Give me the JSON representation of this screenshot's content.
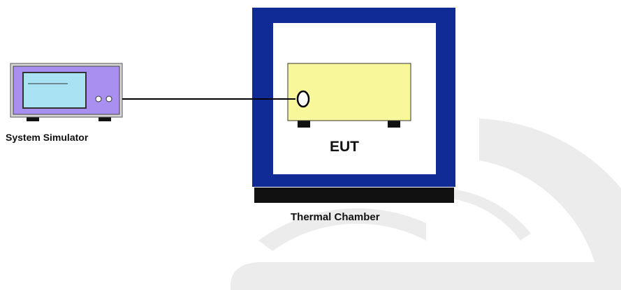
{
  "diagram": {
    "simulator_label": "System Simulator",
    "eut_label": "EUT",
    "chamber_label": "Thermal Chamber"
  },
  "colors": {
    "chamber_frame": "#102a96",
    "chamber_base": "#111111",
    "eut_body": "#f8f89a",
    "simulator_body": "#a88ff0",
    "simulator_screen": "#a9e3f3",
    "cable": "#000000",
    "watermark": "#ececec"
  }
}
